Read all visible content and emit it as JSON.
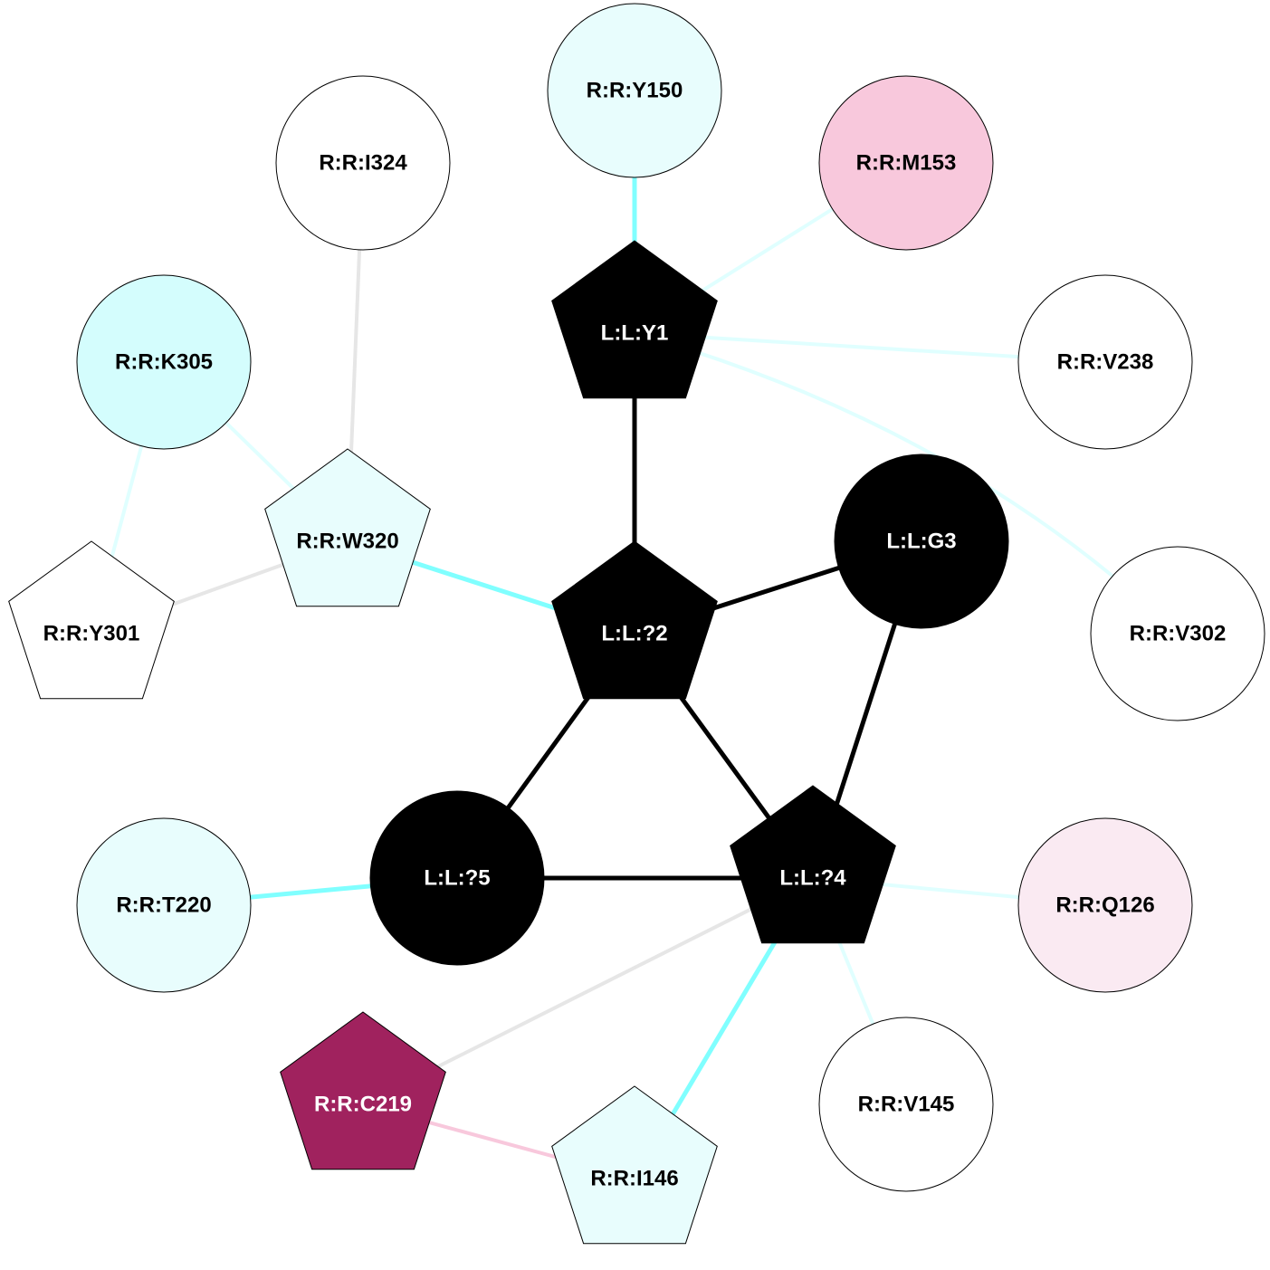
{
  "colors": {
    "strong_cyan": "#80ffff",
    "light_cyan": "#e0ffff",
    "gray": "#e6e6e6",
    "pink": "#f8c8dc",
    "black": "#000000"
  },
  "nodes": [
    {
      "id": "Y150",
      "label": "R:R:Y150",
      "shape": "circle",
      "fill": "#e8fdfd",
      "text": "#000000"
    },
    {
      "id": "M153",
      "label": "R:R:M153",
      "shape": "circle",
      "fill": "#f8c8dc",
      "text": "#000000"
    },
    {
      "id": "I324",
      "label": "R:R:I324",
      "shape": "circle",
      "fill": "#ffffff",
      "text": "#000000"
    },
    {
      "id": "K305",
      "label": "R:R:K305",
      "shape": "circle",
      "fill": "#d4fdfd",
      "text": "#000000"
    },
    {
      "id": "V238",
      "label": "R:R:V238",
      "shape": "circle",
      "fill": "#ffffff",
      "text": "#000000"
    },
    {
      "id": "Y1",
      "label": "L:L:Y1",
      "shape": "pentagon",
      "fill": "#000000",
      "text": "#ffffff"
    },
    {
      "id": "W320",
      "label": "R:R:W320",
      "shape": "pentagon",
      "fill": "#e8fdfd",
      "text": "#000000"
    },
    {
      "id": "G3",
      "label": "L:L:G3",
      "shape": "circle",
      "fill": "#000000",
      "text": "#ffffff"
    },
    {
      "id": "Y301",
      "label": "R:R:Y301",
      "shape": "pentagon",
      "fill": "#ffffff",
      "text": "#000000"
    },
    {
      "id": "Q2",
      "label": "L:L:?2",
      "shape": "pentagon",
      "fill": "#000000",
      "text": "#ffffff"
    },
    {
      "id": "V302",
      "label": "R:R:V302",
      "shape": "circle",
      "fill": "#ffffff",
      "text": "#000000"
    },
    {
      "id": "T220",
      "label": "R:R:T220",
      "shape": "circle",
      "fill": "#e8fdfd",
      "text": "#000000"
    },
    {
      "id": "Q5",
      "label": "L:L:?5",
      "shape": "circle",
      "fill": "#000000",
      "text": "#ffffff"
    },
    {
      "id": "Q4",
      "label": "L:L:?4",
      "shape": "pentagon",
      "fill": "#000000",
      "text": "#ffffff"
    },
    {
      "id": "Q126",
      "label": "R:R:Q126",
      "shape": "circle",
      "fill": "#faeaf2",
      "text": "#000000"
    },
    {
      "id": "C219",
      "label": "R:R:C219",
      "shape": "pentagon",
      "fill": "#a0225e",
      "text": "#ffffff"
    },
    {
      "id": "V145",
      "label": "R:R:V145",
      "shape": "circle",
      "fill": "#ffffff",
      "text": "#000000"
    },
    {
      "id": "I146",
      "label": "R:R:I146",
      "shape": "pentagon",
      "fill": "#e8fdfd",
      "text": "#000000"
    }
  ],
  "edges": [
    {
      "from": "Y150",
      "to": "Y1",
      "color": "strong_cyan"
    },
    {
      "from": "M153",
      "to": "Y1",
      "color": "light_cyan"
    },
    {
      "from": "V238",
      "to": "Y1",
      "color": "light_cyan"
    },
    {
      "from": "V302",
      "to": "Y1",
      "color": "light_cyan",
      "curved": true
    },
    {
      "from": "Y1",
      "to": "Q2",
      "color": "black"
    },
    {
      "from": "Q2",
      "to": "G3",
      "color": "black"
    },
    {
      "from": "G3",
      "to": "Q4",
      "color": "black"
    },
    {
      "from": "Q2",
      "to": "Q4",
      "color": "black"
    },
    {
      "from": "Q2",
      "to": "Q5",
      "color": "black"
    },
    {
      "from": "Q5",
      "to": "Q4",
      "color": "black"
    },
    {
      "from": "W320",
      "to": "Q2",
      "color": "strong_cyan"
    },
    {
      "from": "I324",
      "to": "W320",
      "color": "gray"
    },
    {
      "from": "K305",
      "to": "W320",
      "color": "light_cyan"
    },
    {
      "from": "K305",
      "to": "Y301",
      "color": "light_cyan"
    },
    {
      "from": "Y301",
      "to": "W320",
      "color": "gray"
    },
    {
      "from": "T220",
      "to": "Q5",
      "color": "strong_cyan"
    },
    {
      "from": "Q4",
      "to": "Q126",
      "color": "light_cyan"
    },
    {
      "from": "Q4",
      "to": "V145",
      "color": "light_cyan"
    },
    {
      "from": "Q4",
      "to": "I146",
      "color": "strong_cyan"
    },
    {
      "from": "Q4",
      "to": "C219",
      "color": "gray"
    },
    {
      "from": "C219",
      "to": "I146",
      "color": "pink"
    }
  ]
}
